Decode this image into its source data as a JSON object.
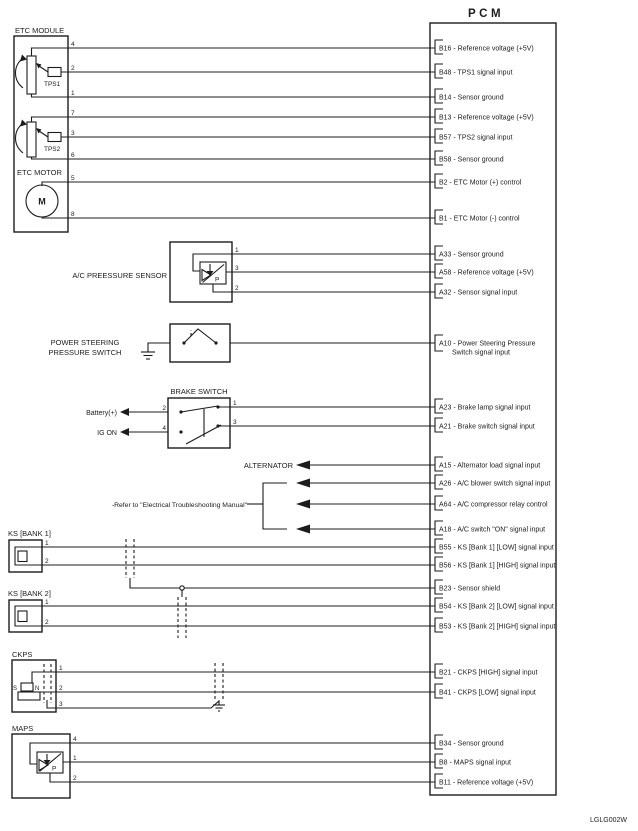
{
  "diagram": {
    "title": "PCM",
    "figure_code": "LGLG002W"
  },
  "pcm_pins": [
    {
      "label": "B16 - Reference voltage (+5V)"
    },
    {
      "label": "B48 - TPS1 signal input"
    },
    {
      "label": "B14 - Sensor ground"
    },
    {
      "label": "B13 - Reference voltage (+5V)"
    },
    {
      "label": "B57 - TPS2 signal input"
    },
    {
      "label": "B58 - Sensor ground"
    },
    {
      "label": "B2 - ETC Motor (+) control"
    },
    {
      "label": "B1 - ETC Motor (-) control"
    },
    {
      "label": "A33 - Sensor ground"
    },
    {
      "label": "A58 - Reference voltage (+5V)"
    },
    {
      "label": "A32 - Sensor signal input"
    },
    {
      "label": "A10 - Power Steering Pressure",
      "label2": "Switch signal input"
    },
    {
      "label": "A23 - Brake lamp signal input"
    },
    {
      "label": "A21 - Brake switch signal input"
    },
    {
      "label": "A15 - Alternator load signal input"
    },
    {
      "label": "A26 - A/C blower switch signal input"
    },
    {
      "label": "A64 - A/C compressor relay control"
    },
    {
      "label": "A18 - A/C switch \"ON\" signal input"
    },
    {
      "label": "B55 - KS [Bank 1] [LOW] signal input"
    },
    {
      "label": "B56 - KS [Bank 1] [HIGH] signal input"
    },
    {
      "label": "B23 - Sensor shield"
    },
    {
      "label": "B54 - KS [Bank 2] [LOW] signal input"
    },
    {
      "label": "B53 - KS [Bank 2] [HIGH] signal input"
    },
    {
      "label": "B21 - CKPS [HIGH] signal input"
    },
    {
      "label": "B41 - CKPS [LOW] signal input"
    },
    {
      "label": "B34 - Sensor ground"
    },
    {
      "label": "B8 - MAPS signal input"
    },
    {
      "label": "B11 - Reference voltage (+5V)"
    }
  ],
  "components": {
    "etc_module": {
      "label": "ETC MODULE",
      "tps1": "TPS1",
      "tps2": "TPS2",
      "motor_label": "ETC MOTOR",
      "motor_symbol": "M",
      "pins": [
        "4",
        "2",
        "1",
        "7",
        "3",
        "6",
        "5",
        "8"
      ]
    },
    "ac_pressure_sensor": {
      "label": "A/C PREESSURE SENSOR",
      "symbol": "P",
      "pins": [
        "1",
        "3",
        "2"
      ]
    },
    "power_steering_switch": {
      "label_line1": "POWER STEERING",
      "label_line2": "PRESSURE SWITCH"
    },
    "brake_switch": {
      "label": "BRAKE SWITCH",
      "battery": "Battery(+)",
      "ig_on": "IG ON",
      "left_pins": [
        "2",
        "4"
      ],
      "right_pins": [
        "1",
        "3"
      ]
    },
    "alternator": {
      "label": "ALTERNATOR"
    },
    "refer_note": {
      "label": "-Refer to \"Electrical Troubleshooting Manual\""
    },
    "ks_bank1": {
      "label": "KS [BANK 1]",
      "pins": [
        "1",
        "2"
      ]
    },
    "ks_bank2": {
      "label": "KS [BANK 2]",
      "pins": [
        "1",
        "2"
      ]
    },
    "ckps": {
      "label": "CKPS",
      "s": "S",
      "n": "N",
      "pins": [
        "1",
        "2",
        "3"
      ]
    },
    "maps": {
      "label": "MAPS",
      "symbol": "P",
      "pins": [
        "4",
        "1",
        "2"
      ]
    }
  }
}
